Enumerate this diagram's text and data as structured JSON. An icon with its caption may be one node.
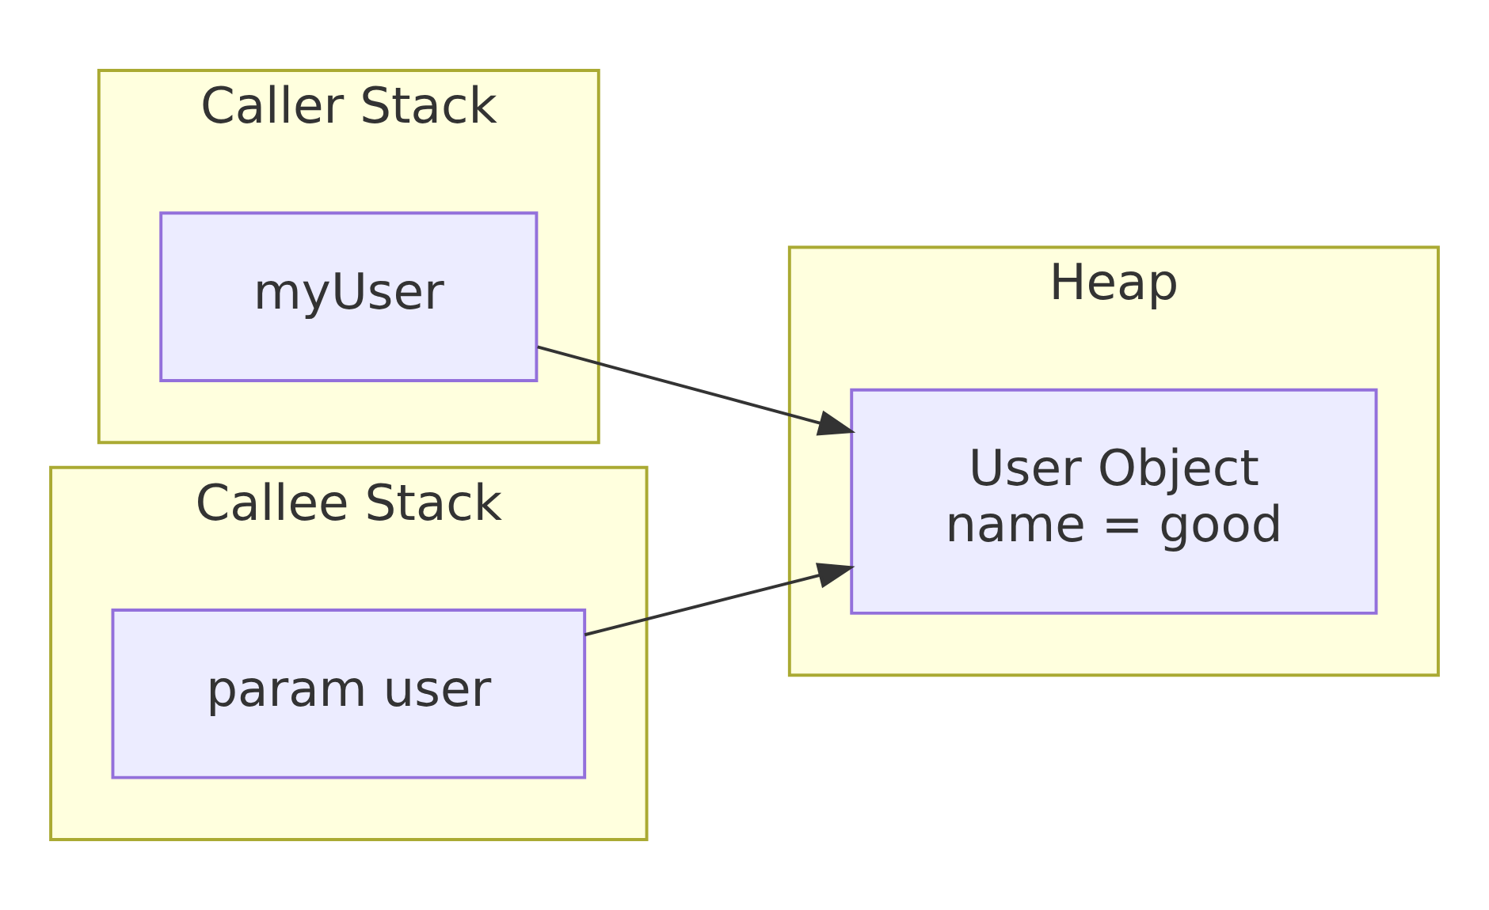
{
  "diagram": {
    "nodes": [
      {
        "text": [
          "Caller Stack"
        ]
      },
      {
        "text": [
          "myUser"
        ],
        "in": 0
      },
      {
        "text": [
          "Callee Stack"
        ]
      },
      {
        "text": [
          "param user"
        ],
        "in": 2
      },
      {
        "text": [
          "Heap"
        ]
      },
      {
        "text": [
          "User Object",
          "name = good"
        ],
        "in": 4
      }
    ],
    "edges": [
      {
        "from": 1,
        "to": 5,
        "arrow": "to"
      },
      {
        "from": 3,
        "to": 5,
        "arrow": "to"
      }
    ]
  }
}
